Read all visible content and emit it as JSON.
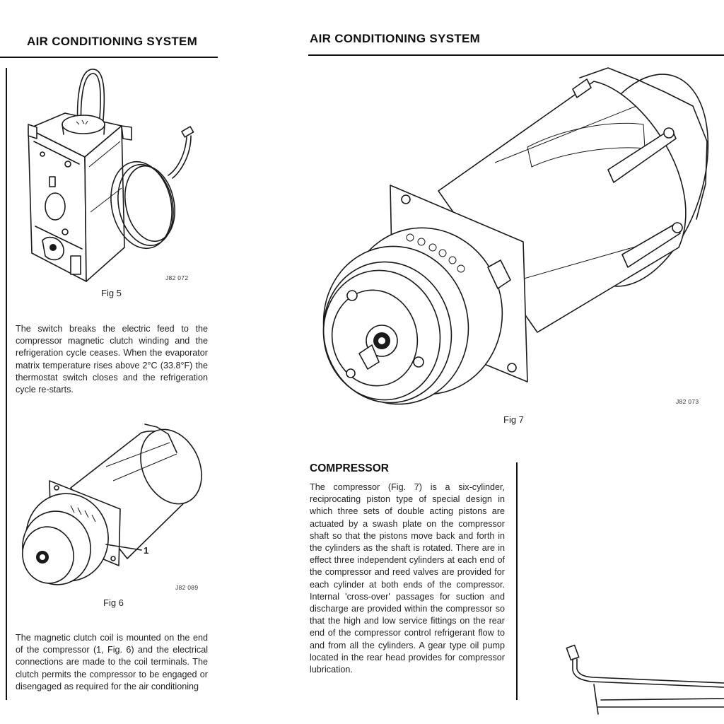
{
  "left_page": {
    "header": "AIR CONDITIONING SYSTEM",
    "fig5": {
      "code": "J82 072",
      "caption": "Fig 5"
    },
    "para1": "The switch breaks the electric feed to the compressor magnetic clutch winding and the refrigeration cycle ceases. When the evaporator matrix temperature rises above 2°C (33.8°F) the thermostat switch closes and the refrigeration cycle re-starts.",
    "fig6": {
      "code": "J82 089",
      "caption": "Fig 6",
      "callout": "1"
    },
    "para2": "The magnetic clutch coil is mounted on the end of the compressor (1, Fig. 6) and the electrical connections are made to the coil terminals. The clutch permits the compressor to be engaged or disengaged as required for the air conditioning"
  },
  "right_page": {
    "header": "AIR CONDITIONING SYSTEM",
    "fig7": {
      "code": "J82 073",
      "caption": "Fig 7"
    },
    "section_title": "COMPRESSOR",
    "para": "The compressor (Fig. 7) is a six-cylinder, reciprocating piston type of special design in which three sets of double acting pistons are actuated by a swash plate on the compressor shaft so that the pistons move back and forth in the cylinders as the shaft is rotated. There are in effect three independent cylinders at each end of the compressor and reed valves are provided for each cylinder at both ends of the compressor. Internal 'cross-over' passages for suction and discharge are provided within the compressor so that the high and low service fittings on the rear end of the compressor control refrigerant flow to and from all the cylinders. A gear type oil pump located in the rear head provides for compressor lubrication."
  }
}
